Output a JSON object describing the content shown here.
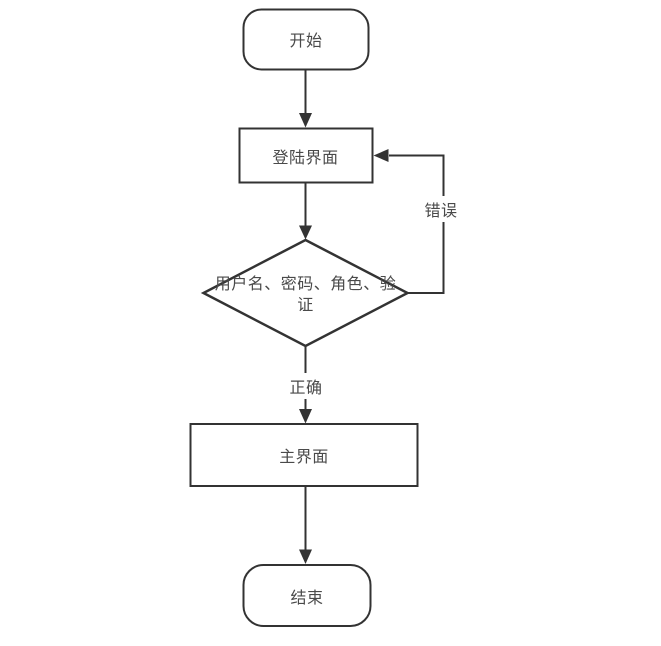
{
  "diagram": {
    "type": "flowchart",
    "colors": {
      "background": "#ffffff",
      "shape_fill": "#ffffff",
      "stroke": "#333333",
      "text": "#4a4a4a"
    },
    "nodes": [
      {
        "id": "start",
        "type": "terminator",
        "label": "开始"
      },
      {
        "id": "login",
        "type": "process",
        "label": "登陆界面"
      },
      {
        "id": "decision",
        "type": "decision",
        "label": "用户名、密码、角色、验证"
      },
      {
        "id": "main",
        "type": "process",
        "label": "主界面"
      },
      {
        "id": "end",
        "type": "terminator",
        "label": "结束"
      }
    ],
    "edges": [
      {
        "from": "start",
        "to": "login",
        "label": ""
      },
      {
        "from": "login",
        "to": "decision",
        "label": ""
      },
      {
        "from": "decision",
        "to": "login",
        "label": "错误"
      },
      {
        "from": "decision",
        "to": "main",
        "label": "正确"
      },
      {
        "from": "main",
        "to": "end",
        "label": ""
      }
    ]
  }
}
